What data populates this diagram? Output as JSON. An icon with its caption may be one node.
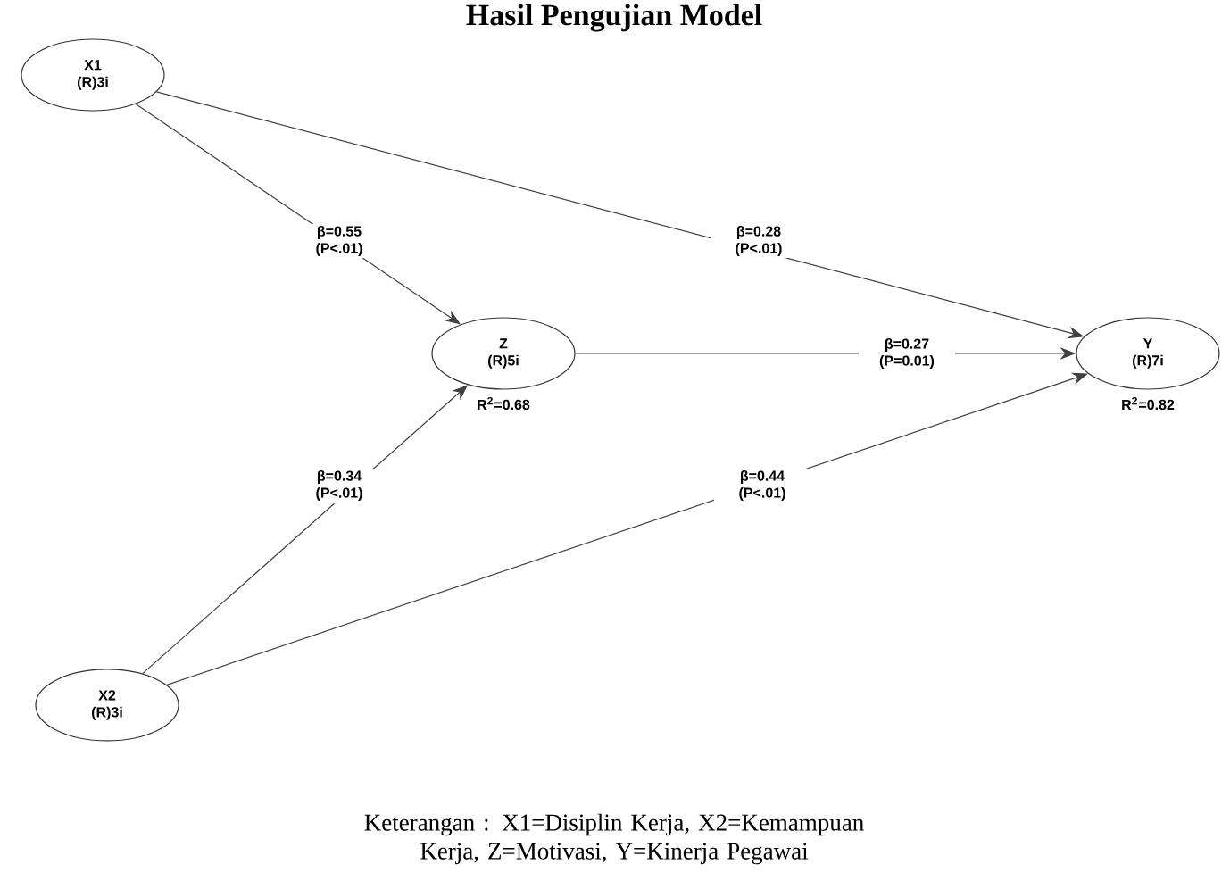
{
  "diagram": {
    "title": "Hasil Pengujian Model",
    "caption": "Keterangan : X1=Disiplin Kerja, X2=Kemampuan Kerja, Z=Motivasi, Y=Kinerja Pegawai",
    "nodes": [
      {
        "text": [
          "X1",
          "(R)3i"
        ]
      },
      {
        "text": [
          "Z",
          "(R)5i"
        ],
        "beside": [
          "R$^{2}$=0.68"
        ]
      },
      {
        "text": [
          "Y",
          "(R)7i"
        ],
        "beside": [
          "R$^{2}$=0.82"
        ]
      },
      {
        "text": [
          "X2",
          "(R)3i"
        ]
      }
    ],
    "edges": [
      {
        "from": 0,
        "to": 1,
        "arrow": "to",
        "label": "β=0.55 (P<.01)"
      },
      {
        "from": 0,
        "to": 2,
        "arrow": "to",
        "label": "β=0.28 (P<.01)"
      },
      {
        "from": 1,
        "to": 2,
        "arrow": "to",
        "label": "β=0.27 (P=0.01)"
      },
      {
        "from": 3,
        "to": 1,
        "arrow": "to",
        "label": "β=0.34 (P<.01)"
      },
      {
        "from": 3,
        "to": 2,
        "arrow": "to",
        "label": "β=0.44 (P<.01)"
      }
    ]
  }
}
